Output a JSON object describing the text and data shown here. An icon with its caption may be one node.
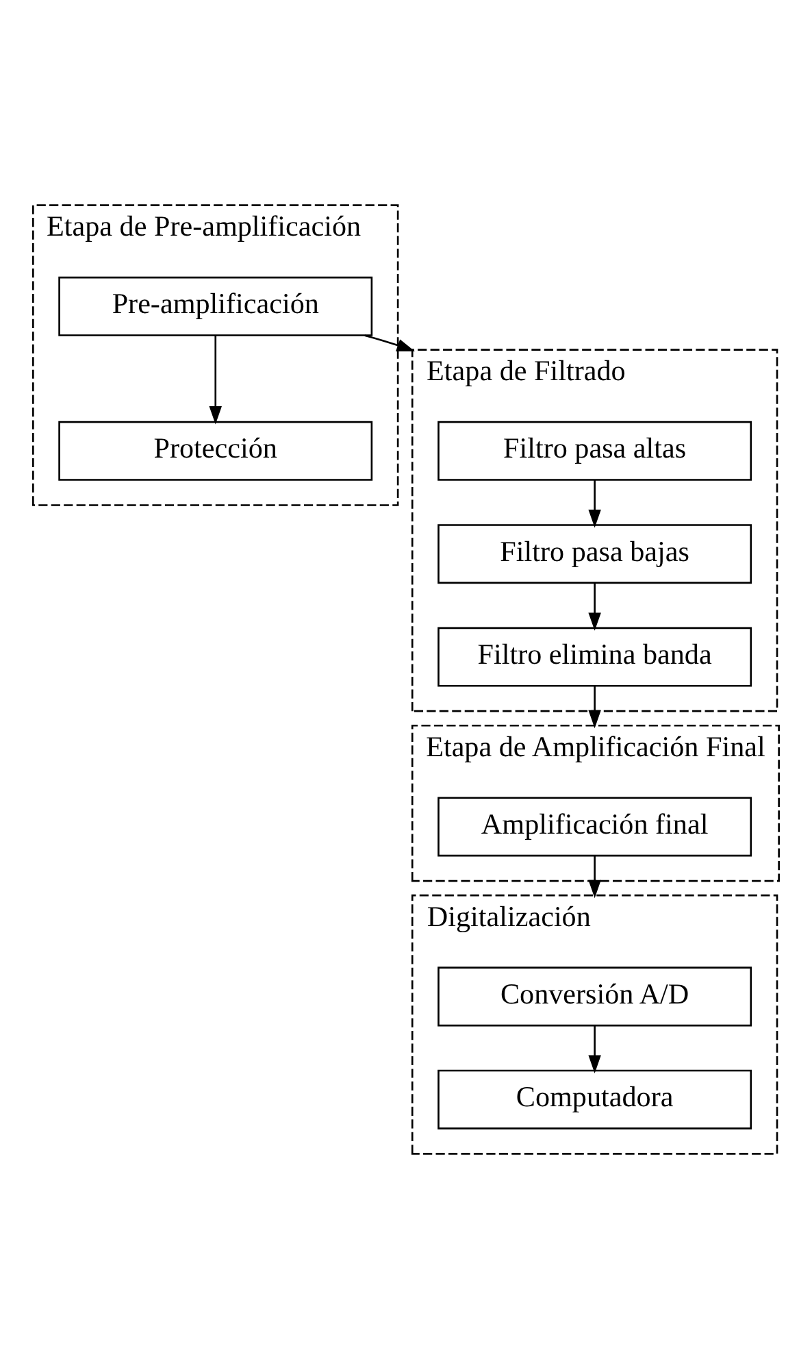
{
  "diagram": {
    "nodes": [
      {
        "text": [
          "Etapa de Pre-amplificación"
        ]
      },
      {
        "text": [
          "Pre-amplificación"
        ],
        "in": 0
      },
      {
        "text": [
          "Protección"
        ],
        "in": 0
      },
      {
        "text": [
          "Etapa de Filtrado"
        ]
      },
      {
        "text": [
          "Filtro pasa altas"
        ],
        "in": 3
      },
      {
        "text": [
          "Filtro pasa bajas"
        ],
        "in": 3
      },
      {
        "text": [
          "Filtro elimina banda"
        ],
        "in": 3
      },
      {
        "text": [
          "Etapa de Amplificación Final"
        ]
      },
      {
        "text": [
          "Amplificación final"
        ],
        "in": 7
      },
      {
        "text": [
          "Digitalización"
        ]
      },
      {
        "text": [
          "Conversión A/D"
        ],
        "in": 9
      },
      {
        "text": [
          "Computadora"
        ],
        "in": 9
      }
    ],
    "edges": [
      {
        "from": 1,
        "to": 2,
        "arrow": "to"
      },
      {
        "from": 1,
        "to": 3,
        "arrow": "to"
      },
      {
        "from": 4,
        "to": 5,
        "arrow": "to"
      },
      {
        "from": 5,
        "to": 6,
        "arrow": "to"
      },
      {
        "from": 6,
        "to": 7,
        "arrow": "to"
      },
      {
        "from": 8,
        "to": 9,
        "arrow": "to"
      },
      {
        "from": 10,
        "to": 11,
        "arrow": "to"
      }
    ]
  }
}
